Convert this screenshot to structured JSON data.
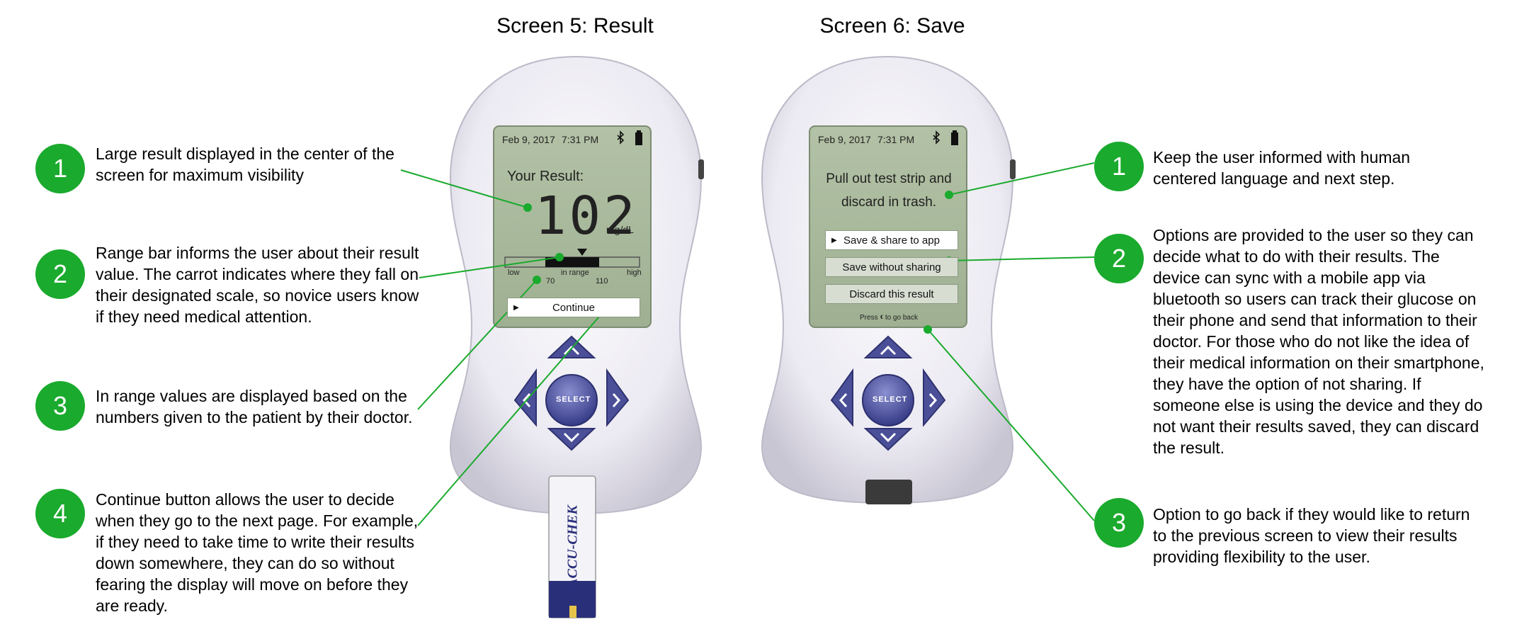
{
  "screen5": {
    "title": "Screen 5: Result",
    "date": "Feb 9, 2017",
    "time": "7:31 PM",
    "result_label": "Your Result:",
    "value": "102",
    "unit": "mg/dL",
    "range_low_label": "low",
    "range_mid_label": "in range",
    "range_high_label": "high",
    "range_min": "70",
    "range_max": "110",
    "continue_label": "Continue",
    "select_label": "SELECT",
    "strip_brand": "ACCU-CHEK"
  },
  "screen6": {
    "title": "Screen 6: Save",
    "date": "Feb 9, 2017",
    "time": "7:31 PM",
    "message": "Pull out test strip and discard in trash.",
    "option1": "Save & share to app",
    "option2": "Save without sharing",
    "option3": "Discard this result",
    "back_hint_pre": "Press",
    "back_hint_post": "to go back",
    "select_label": "SELECT"
  },
  "left_notes": [
    {
      "number": "1",
      "text": "Large result displayed in the center of the screen for maximum visibility"
    },
    {
      "number": "2",
      "text": "Range bar informs the user about their result value. The carrot indicates where they fall on their designated scale, so novice users know if they need medical attention."
    },
    {
      "number": "3",
      "text": "In range values are displayed based on the numbers given to the patient by their doctor."
    },
    {
      "number": "4",
      "text": "Continue button allows the user to decide when they go to the next page. For example, if they need to take time to write their results down somewhere, they can do so without fearing the display will move on before they are ready."
    }
  ],
  "right_notes": [
    {
      "number": "1",
      "text": "Keep the user informed with human centered language and next step."
    },
    {
      "number": "2",
      "text": "Options are provided to the user so they can decide what to do with their results. The device can sync with a mobile app via bluetooth so users can track their glucose on their phone and send that information to their doctor. For those who do not like the idea of their medical information on their smartphone, they have the option of not sharing. If someone else is using the device and they do not want their results saved, they can discard the result."
    },
    {
      "number": "3",
      "text": "Option to go back if they would like to return to the previous screen to view their results providing flexibility to the user."
    }
  ],
  "colors": {
    "accent": "#1aaa2d",
    "lcd": "#a9b99c",
    "dpad": "#4a4f98"
  }
}
